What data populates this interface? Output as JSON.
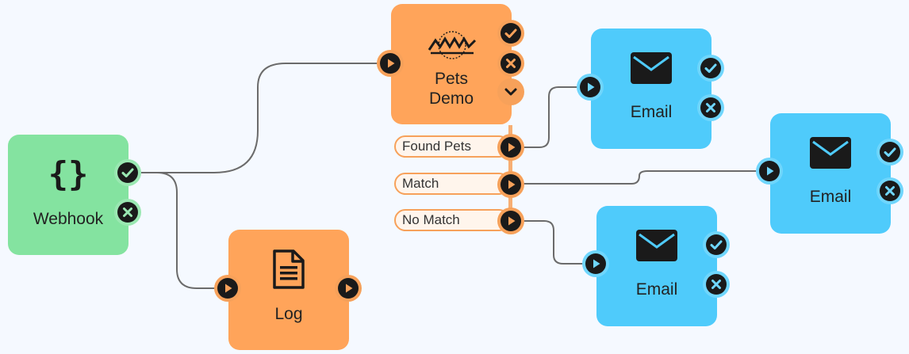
{
  "colors": {
    "webhook": "#84e3a0",
    "webhook_port": "#9ae8b2",
    "orange": "#ffa45a",
    "orange_port": "#f7a15a",
    "email": "#4fcbfb",
    "email_port": "#6fd6fd",
    "icon_dark": "#1a1a1a",
    "wire": "#666666"
  },
  "nodes": {
    "webhook": {
      "label": "Webhook",
      "icon": "curly-braces-icon"
    },
    "pets_demo": {
      "label_line1": "Pets",
      "label_line2": "Demo",
      "icon": "fme-logo-icon"
    },
    "log": {
      "label": "Log",
      "icon": "document-icon"
    },
    "email_1": {
      "label": "Email",
      "icon": "envelope-icon"
    },
    "email_2": {
      "label": "Email",
      "icon": "envelope-icon"
    },
    "email_3": {
      "label": "Email",
      "icon": "envelope-icon"
    }
  },
  "outputs": [
    "Found Pets",
    "Match",
    "No Match"
  ]
}
